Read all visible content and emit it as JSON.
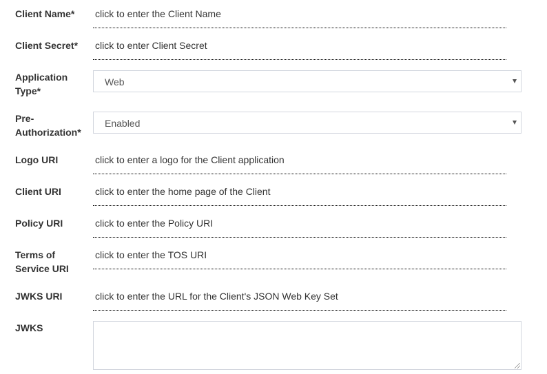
{
  "form": {
    "fields": [
      {
        "label": "Client Name*",
        "type": "editable",
        "placeholder": "click to enter the Client Name"
      },
      {
        "label": "Client Secret*",
        "type": "editable",
        "placeholder": "click to enter Client Secret"
      },
      {
        "label": "Application Type*",
        "type": "select",
        "value": "Web"
      },
      {
        "label": "Pre-Authorization*",
        "type": "select",
        "value": "Enabled"
      },
      {
        "label": "Logo URI",
        "type": "editable",
        "placeholder": "click to enter a logo for the Client application"
      },
      {
        "label": "Client URI",
        "type": "editable",
        "placeholder": "click to enter the home page of the Client"
      },
      {
        "label": "Policy URI",
        "type": "editable",
        "placeholder": "click to enter the Policy URI"
      },
      {
        "label": "Terms of Service URI",
        "type": "editable",
        "placeholder": "click to enter the TOS URI"
      },
      {
        "label": "JWKS URI",
        "type": "editable",
        "placeholder": "click to enter the URL for the Client's JSON Web Key Set"
      },
      {
        "label": "JWKS",
        "type": "textarea",
        "value": ""
      }
    ],
    "application_type_label_lines": [
      "Application",
      "Type*"
    ],
    "pre_auth_label_lines": [
      "Pre-",
      "Authorization*"
    ],
    "tos_label_lines": [
      "Terms of",
      "Service URI"
    ]
  },
  "colors": {
    "label": "#333333",
    "border": "#d2d6de",
    "dotted_underline": "#000000"
  }
}
